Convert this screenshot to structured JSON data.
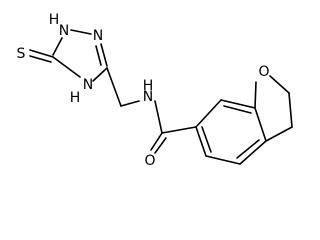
{
  "molecule": {
    "atoms": {
      "thione_s": "S",
      "triazole_n1h": "N",
      "triazole_n1h_h": "H",
      "triazole_n2": "N",
      "triazole_n4h": "N",
      "triazole_n4h_h": "H",
      "amide_nh": "N",
      "amide_nh_h": "H",
      "carbonyl_o": "O",
      "furan_o": "O"
    }
  }
}
